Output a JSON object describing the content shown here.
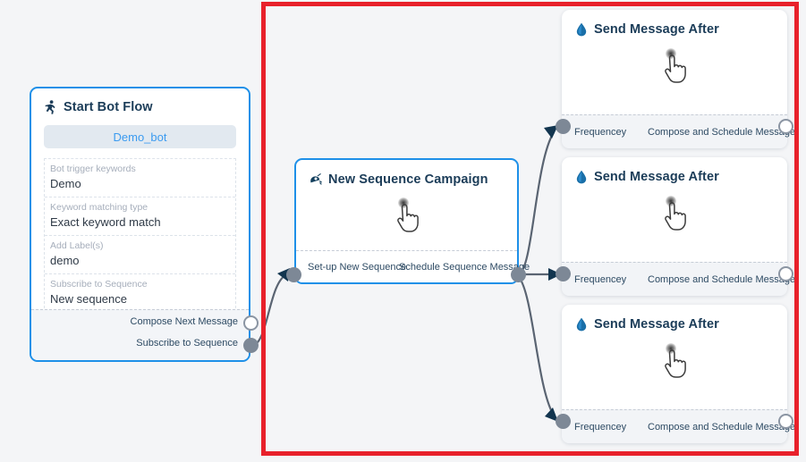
{
  "canvas": {
    "background_color": "#f4f5f7",
    "selection_color": "#e8212b"
  },
  "nodes": {
    "start_bot_flow": {
      "title": "Start Bot Flow",
      "icon": "running-person-icon",
      "bot_pill_label": "Demo_bot",
      "fields": [
        {
          "label": "Bot trigger keywords",
          "value": "Demo"
        },
        {
          "label": "Keyword matching type",
          "value": "Exact keyword match"
        },
        {
          "label": "Add Label(s)",
          "value": "demo"
        },
        {
          "label": "Subscribe to Sequence",
          "value": "New sequence"
        }
      ],
      "ports": [
        {
          "label": "Compose Next Message",
          "style": "open"
        },
        {
          "label": "Subscribe to Sequence",
          "style": "filled"
        }
      ]
    },
    "new_sequence_campaign": {
      "title": "New Sequence Campaign",
      "icon": "sequence-campaign-icon",
      "body_icon": "hand-pointer-cursor",
      "ports": [
        {
          "label": "Set-up New Sequence",
          "style": "filled"
        },
        {
          "label": "Schedule Sequence Message",
          "style": "filled"
        }
      ]
    },
    "send_message_cards": [
      {
        "title": "Send Message After",
        "icon": "droplet-icon",
        "body_icon": "hand-pointer-cursor",
        "ports": [
          {
            "label": "Frequencey",
            "style": "filled"
          },
          {
            "label": "Compose and Schedule Message",
            "style": "open"
          }
        ]
      },
      {
        "title": "Send Message After",
        "icon": "droplet-icon",
        "body_icon": "hand-pointer-cursor",
        "ports": [
          {
            "label": "Frequencey",
            "style": "filled"
          },
          {
            "label": "Compose and Schedule Message",
            "style": "open"
          }
        ]
      },
      {
        "title": "Send Message After",
        "icon": "droplet-icon",
        "body_icon": "hand-pointer-cursor",
        "ports": [
          {
            "label": "Frequencey",
            "style": "filled"
          },
          {
            "label": "Compose and Schedule Message",
            "style": "open"
          }
        ]
      }
    ]
  },
  "colors": {
    "node_selected_border": "#1e90e8",
    "header_text": "#1b3c58",
    "pill_text": "#3b9bf0",
    "pill_bg": "#e2e9f0",
    "field_label": "#a6aebb",
    "field_value": "#2f3a47",
    "port_filled": "#7d8896",
    "port_open_border": "#8b95a3",
    "edge_stroke": "#5a6472",
    "footer_bg": "#f2f4f7",
    "droplet": "#1a6fa8"
  }
}
